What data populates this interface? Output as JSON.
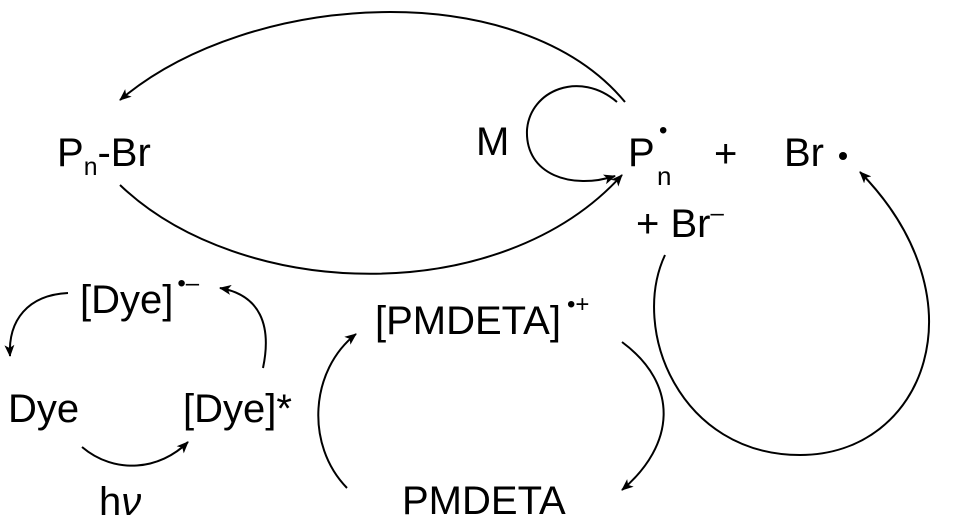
{
  "species": {
    "pn_br": {
      "main": "P",
      "sub": "n",
      "tail": "-Br"
    },
    "monomer": "M",
    "pn_rad": {
      "main": "P",
      "sub": "n",
      "sup": "•"
    },
    "plus1": "+",
    "br_rad": {
      "main": "Br",
      "dot": "•"
    },
    "br_minus": {
      "prefix": "+ Br",
      "sup": "–"
    },
    "dye_anion": {
      "main": "[Dye]",
      "sup": "•–"
    },
    "dye": "Dye",
    "dye_excited": "[Dye]*",
    "light": {
      "h": "h",
      "nu": "ν"
    },
    "pmdeta_cation": {
      "main": "[PMDETA]",
      "sup": "•+"
    },
    "pmdeta": "PMDETA"
  },
  "colors": {
    "ink": "#000000",
    "background": "#ffffff"
  }
}
